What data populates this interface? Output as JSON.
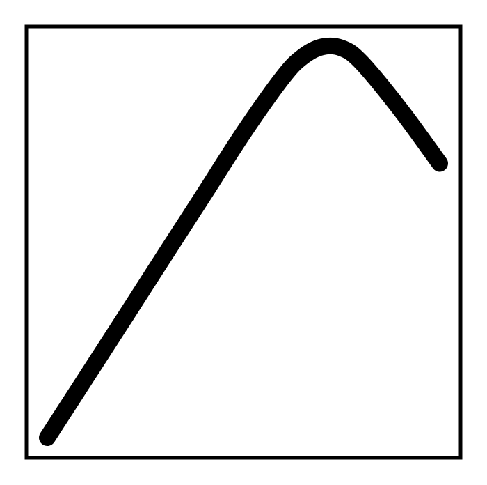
{
  "chart_data": {
    "type": "line",
    "title": "",
    "xlabel": "",
    "ylabel": "",
    "grid": false,
    "legend": "none",
    "xlim": [
      0,
      1
    ],
    "ylim": [
      0,
      1
    ],
    "series": [
      {
        "color": "#000000",
        "x": [
          0.0,
          0.1,
          0.2,
          0.3,
          0.4,
          0.5,
          0.6,
          0.65,
          0.7,
          0.75,
          0.8,
          0.9,
          1.0
        ],
        "y": [
          0.0,
          0.155,
          0.31,
          0.466,
          0.621,
          0.777,
          0.918,
          0.97,
          0.996,
          0.993,
          0.957,
          0.836,
          0.699
        ]
      }
    ]
  },
  "colors": {
    "frame": "#000000",
    "line": "#000000",
    "background": "#ffffff"
  }
}
